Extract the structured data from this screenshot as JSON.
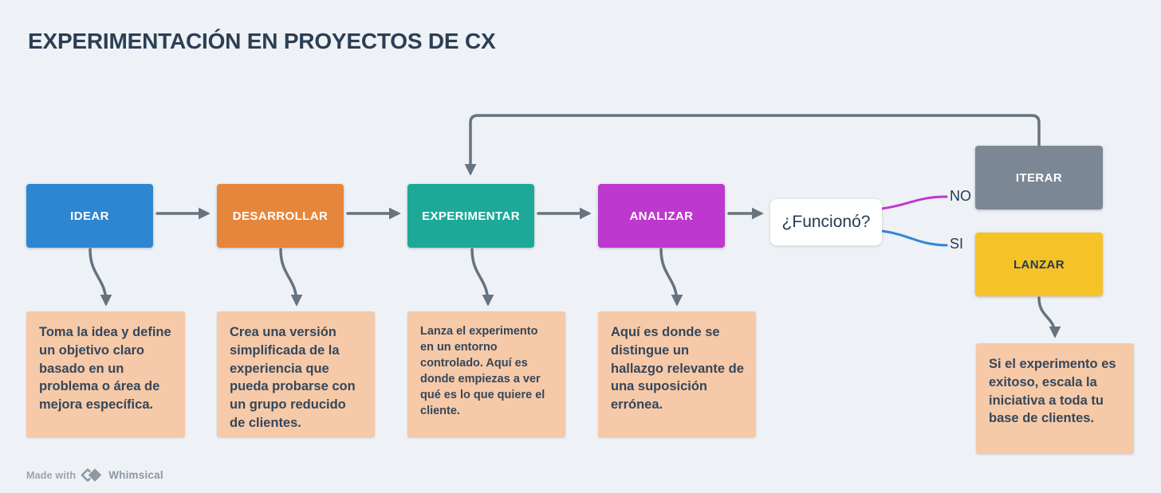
{
  "title": "EXPERIMENTACIÓN EN PROYECTOS DE CX",
  "nodes": {
    "idear": {
      "label": "IDEAR",
      "color": "#2e86d1"
    },
    "desarrollar": {
      "label": "DESARROLLAR",
      "color": "#e6863b"
    },
    "experimentar": {
      "label": "EXPERIMENTAR",
      "color": "#1ca998"
    },
    "analizar": {
      "label": "ANALIZAR",
      "color": "#bd38cf"
    },
    "funciono": {
      "label": "¿Funcionó?",
      "color": "#ffffff"
    },
    "iterar": {
      "label": "ITERAR",
      "color": "#7b8794"
    },
    "lanzar": {
      "label": "LANZAR",
      "color": "#f5c228"
    }
  },
  "edge_labels": {
    "no": "NO",
    "si": "SI"
  },
  "descriptions": {
    "idear": "Toma la idea y define un objetivo claro basado en un problema o área de mejora específica.",
    "desarrollar": "Crea una versión simplificada de la experiencia que pueda probarse con un grupo reducido de clientes.",
    "experimentar": "Lanza el experimento en un entorno controlado. Aquí es donde empiezas a ver qué es lo que quiere el cliente.",
    "analizar": "Aquí es donde se distingue un hallazgo relevante de una suposición errónea.",
    "lanzar": "Si el experimento es exitoso, escala la iniciativa a toda tu base de clientes."
  },
  "footer": {
    "made_with": "Made with",
    "brand": "Whimsical"
  },
  "colors": {
    "background": "#eef1f6",
    "title_text": "#2b3f54",
    "arrow": "#67737f",
    "no_edge": "#bd38cf",
    "si_edge": "#3585d6",
    "description_fill": "#f6c9a8",
    "description_text": "#35475a",
    "node_label_dark": "#243b53",
    "footer_text": "#8d98a3"
  }
}
